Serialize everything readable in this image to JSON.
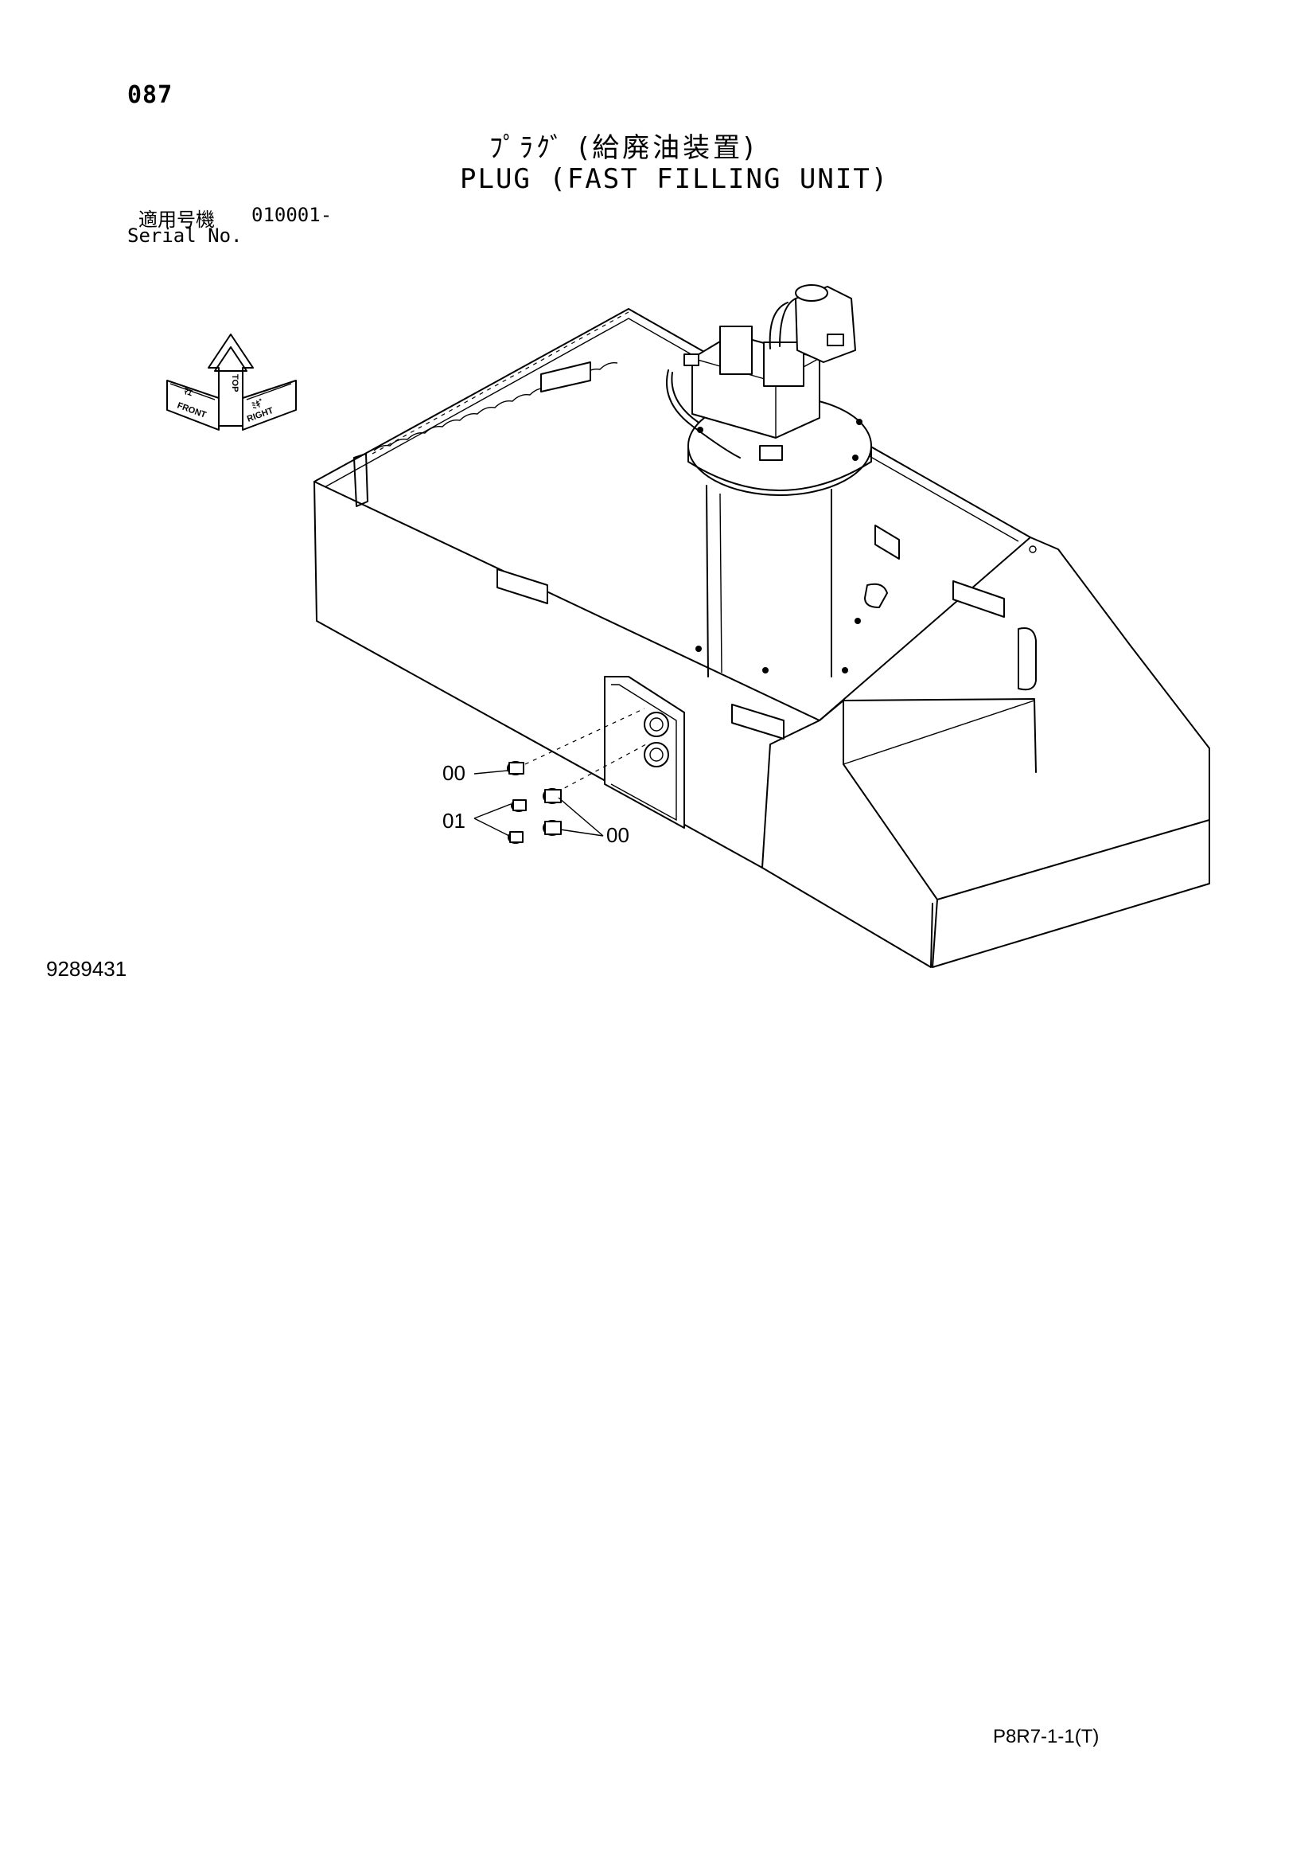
{
  "page_number": "087",
  "title_jp": "ﾌﾟﾗｸﾞ (給廃油装置)",
  "title_en": "PLUG (FAST FILLING UNIT)",
  "serial": {
    "label_jp": "適用号機",
    "value": "010001-",
    "label_en": "Serial No."
  },
  "direction_indicator": {
    "top": "TOP",
    "front": "FRONT",
    "right": "RIGHT",
    "left_jp": "ﾏｴ",
    "right_jp": "ﾐｷﾞ"
  },
  "callouts": [
    {
      "label": "00"
    },
    {
      "label": "01"
    },
    {
      "label": "00"
    }
  ],
  "figure_number": "9289431",
  "page_code": "P8R7-1-1(T)"
}
